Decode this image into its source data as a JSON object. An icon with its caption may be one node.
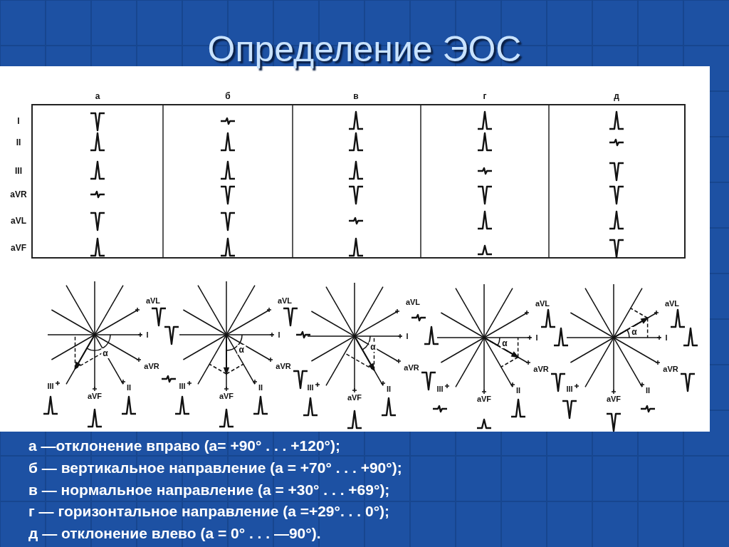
{
  "diagram": {
    "title": "Определение ЭОС",
    "labels": [
      "а",
      "б",
      "в",
      "г",
      "д",
      "I",
      "II",
      "III",
      "aVR",
      "aVL",
      "aVF",
      "aVL",
      "I",
      "α",
      "aVR",
      "III",
      "aVF",
      "II",
      "aVL",
      "I",
      "α",
      "aVR",
      "III",
      "aVF",
      "II",
      "aVL",
      "I",
      "α",
      "aVR",
      "III",
      "aVF",
      "II",
      "aVL",
      "I",
      "α",
      "aVR",
      "III",
      "aVF",
      "II",
      "aVL",
      "I",
      "α",
      "aVR",
      "III",
      "aVF",
      "II",
      "а —отклонение вправо (а= +90° . . . +120°);",
      "б — вертикальное направление (а = +70° . . . +90°);",
      "в — нормальное направление (а = +30° . . . +69°);",
      "г — горизонтальное направление (а =+29°. . . 0°);",
      "д — отклонение влево (а = 0° . . . —90°)."
    ]
  }
}
